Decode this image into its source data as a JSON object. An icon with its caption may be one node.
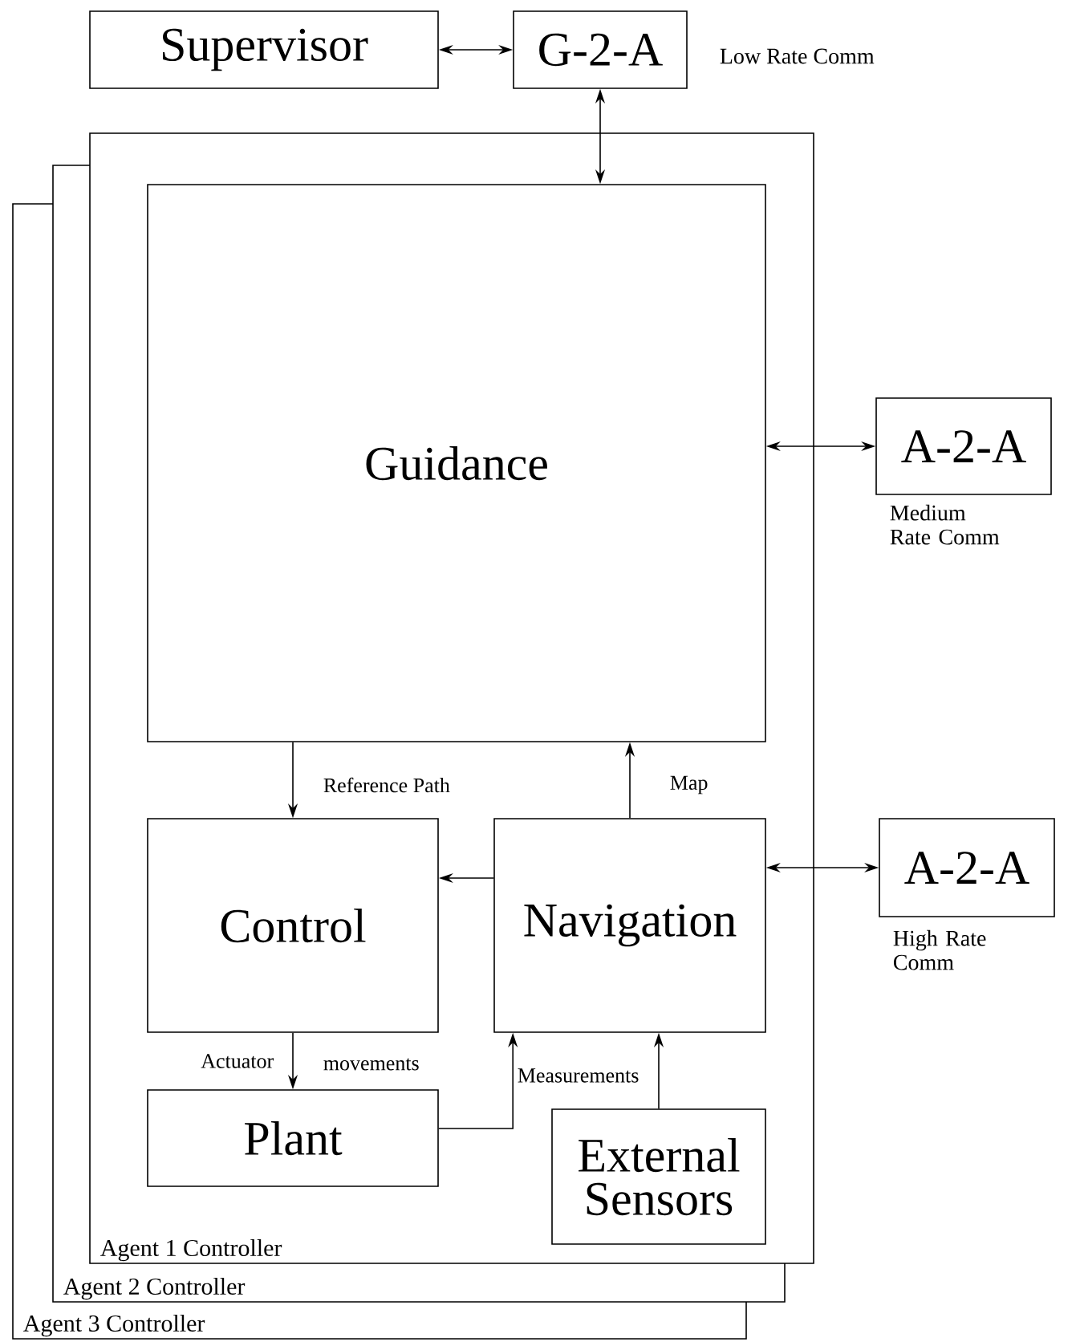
{
  "diagram": {
    "nodes": [
      {
        "text": [
          "Supervisor"
        ]
      },
      {
        "text": [
          "G-2-A"
        ],
        "beside": [
          "Low Rate Comm"
        ]
      },
      {
        "text": [
          "Agent 1 Controller"
        ]
      },
      {
        "text": [
          "Guidance"
        ],
        "in": 2
      },
      {
        "text": [
          "A-2-A"
        ],
        "beside": [
          "Medium Rate Comm"
        ]
      },
      {
        "text": [
          "Control"
        ],
        "in": 2
      },
      {
        "text": [
          "Navigation"
        ],
        "in": 2
      },
      {
        "text": [
          "A-2-A"
        ],
        "beside": [
          "High Rate Comm"
        ]
      },
      {
        "text": [
          "Plant"
        ],
        "in": 2
      },
      {
        "text": [
          "External Sensors"
        ],
        "in": 2
      }
    ],
    "edges": [
      {
        "from": 0,
        "to": 1,
        "arrow": "both"
      },
      {
        "from": 1,
        "to": 3,
        "arrow": "both"
      },
      {
        "from": 3,
        "to": 4,
        "arrow": "both"
      },
      {
        "from": 3,
        "to": 5,
        "arrow": "to",
        "label": "Reference Path"
      },
      {
        "from": 6,
        "to": 3,
        "arrow": "to",
        "label": "Map"
      },
      {
        "from": 6,
        "to": 5,
        "arrow": "to"
      },
      {
        "from": 6,
        "to": 7,
        "arrow": "both"
      },
      {
        "from": 5,
        "to": 8,
        "arrow": "to",
        "label": "Actuator"
      },
      {
        "from": 8,
        "to": 6,
        "arrow": "to",
        "label": "Measurements"
      },
      {
        "from": 9,
        "to": 6,
        "arrow": "to"
      }
    ],
    "labels": [
      "movements",
      "Agent 2 Controller",
      "Agent 3 Controller"
    ]
  }
}
